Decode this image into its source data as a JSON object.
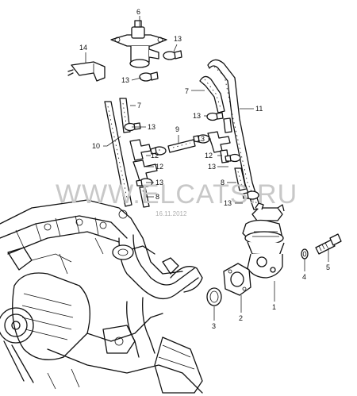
{
  "watermark": {
    "text": "WWW.ELCATS.RU",
    "date": "16.11.2012"
  },
  "callouts": {
    "c1": "1",
    "c2": "2",
    "c3": "3",
    "c4": "4",
    "c5": "5",
    "c6": "6",
    "c7a": "7",
    "c7b": "7",
    "c8a": "8",
    "c8b": "8",
    "c9": "9",
    "c10": "10",
    "c11": "11",
    "c12a": "12",
    "c12b": "12",
    "c12c": "12",
    "c13a": "13",
    "c13b": "13",
    "c13c": "13",
    "c13d": "13",
    "c13e": "13",
    "c13f": "13",
    "c13g": "13",
    "c13h": "13",
    "c14": "14"
  }
}
